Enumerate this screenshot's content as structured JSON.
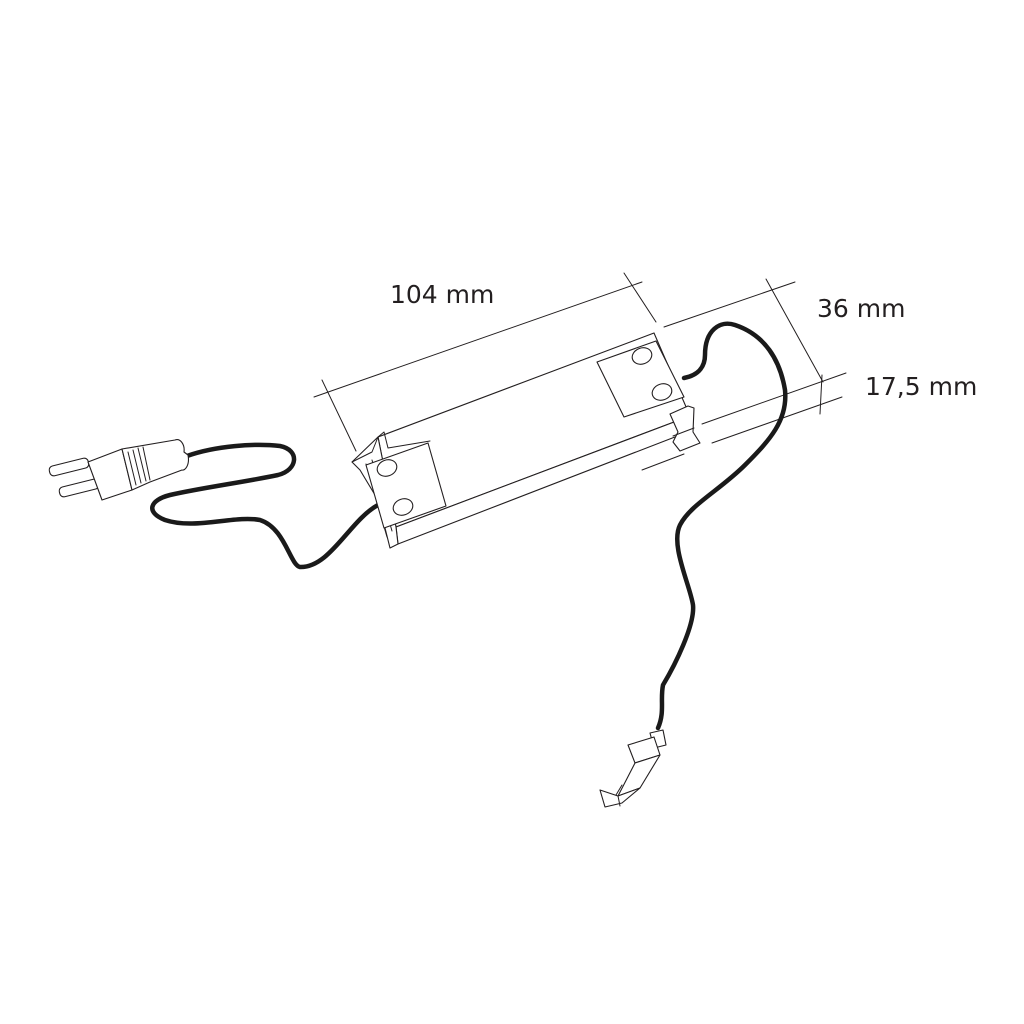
{
  "diagram": {
    "subject": "LED driver / power supply with EU plug cable and output connector",
    "dimensions": {
      "length": "104 mm",
      "width": "36 mm",
      "height": "17,5 mm"
    },
    "colors": {
      "line": "#231f20",
      "cable": "#1a1a1a",
      "background": "#ffffff"
    },
    "components": [
      {
        "name": "Power supply housing",
        "holes": 4
      },
      {
        "name": "EU 2-pin mains plug"
      },
      {
        "name": "Mains input cable"
      },
      {
        "name": "Low-voltage output cable"
      },
      {
        "name": "Output connector"
      }
    ]
  }
}
